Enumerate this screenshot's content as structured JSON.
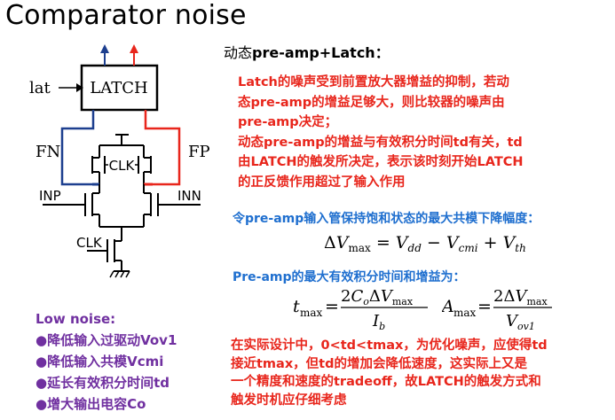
{
  "title": "Comparator noise",
  "circuit": {
    "latch_label": "LATCH",
    "lat_label": "lat",
    "fn_label": "FN",
    "fp_label": "FP",
    "clk_top_label": "CLK",
    "clk_bottom_label": "CLK",
    "inp_label": "INP",
    "inn_label": "INN",
    "colors": {
      "blue": "#1d3f8f",
      "red": "#e8261c",
      "wire": "#000000"
    }
  },
  "subhead_prefix": "动态",
  "subhead_bold": "pre-amp+Latch：",
  "red_paragraph": [
    "Latch的噪声受到前置放大器增益的抑制，若动",
    "态pre-amp的增益足够大，则比较器的噪声由",
    "pre-amp决定；",
    "动态pre-amp的增益与有效积分时间td有关，td",
    "由LATCH的触发所决定，表示该时刻开始LATCH",
    "的正反馈作用超过了输入作用"
  ],
  "blue_line_1": "令pre-amp输入管保持饱和状态的最大共模下降幅度：",
  "eq1": "ΔV_max = V_dd − V_cmi + V_th",
  "blue_line_2": "Pre-amp的最大有效积分时间和增益为：",
  "eq2a": "t_max = 2 C_o ΔV_max / I_b",
  "eq2b": "A_max = 2 ΔV_max / V_ov1",
  "red_bottom": [
    "在实际设计中，0<td<tmax，为优化噪声，应使得td",
    "接近tmax，但td的增加会降低速度，这实际上又是",
    "一个精度和速度的tradeoff，故LATCH的触发方式和",
    "触发时机应仔细考虑"
  ],
  "low_noise": {
    "title": "Low noise:",
    "items": [
      "●降低输入过驱动Vov1",
      "●降低输入共模Vcmi",
      "●延长有效积分时间td",
      "●增大输出电容Co"
    ]
  }
}
